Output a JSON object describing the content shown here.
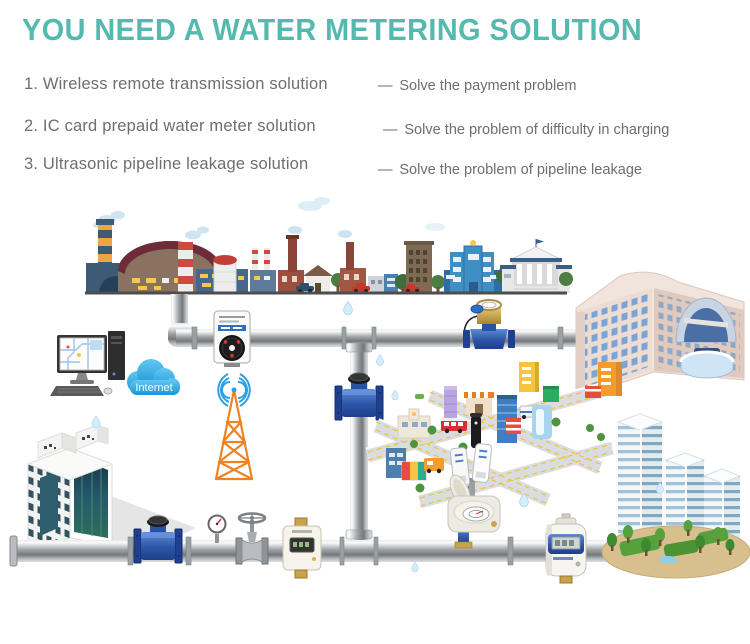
{
  "page": {
    "title": "YOU NEED A WATER METERING SOLUTION"
  },
  "solutions": [
    {
      "index": "1.",
      "name": "1. Wireless remote transmission solution",
      "dash": "—",
      "benefit": "Solve the payment problem"
    },
    {
      "index": "2.",
      "name": "2. IC card prepaid water meter solution",
      "dash": "—",
      "benefit": "Solve the problem of difficulty in charging"
    },
    {
      "index": "3.",
      "name": "3. Ultrasonic pipeline leakage solution",
      "dash": "—",
      "benefit": "Solve the problem of pipeline leakage"
    }
  ],
  "diagram": {
    "internet_label": "Internet",
    "icons": [
      "city-skyline-illustration",
      "monitoring-computer-icon",
      "internet-cloud-icon",
      "radio-tower-icon",
      "signal-waves-icon",
      "ic-card-meter-icon",
      "remote-reading-meter-icon",
      "woltman-meter-icon",
      "headquarters-building-illustration",
      "district-network-illustration",
      "data-concentrator-icon",
      "smart-meter-open-lid-icon",
      "bulk-woltman-meter-icon",
      "pressure-gauge-icon",
      "gate-valve-icon",
      "ultrasonic-meter-icon",
      "prepaid-meter-icon",
      "office-building-illustration",
      "residential-towers-illustration",
      "water-drop-icon",
      "water-pipe"
    ],
    "colors": {
      "accent_teal": "#54b9ae",
      "text_gray": "#6e6e6e",
      "pipe_gray": "#9da1a4",
      "cloud_blue": "#1e9ad6",
      "tower_orange": "#ef8223",
      "meter_blue": "#2d55a8",
      "brass": "#c9a24b",
      "lawn_green": "#56a13c",
      "island_tan": "#d8c08e"
    }
  }
}
